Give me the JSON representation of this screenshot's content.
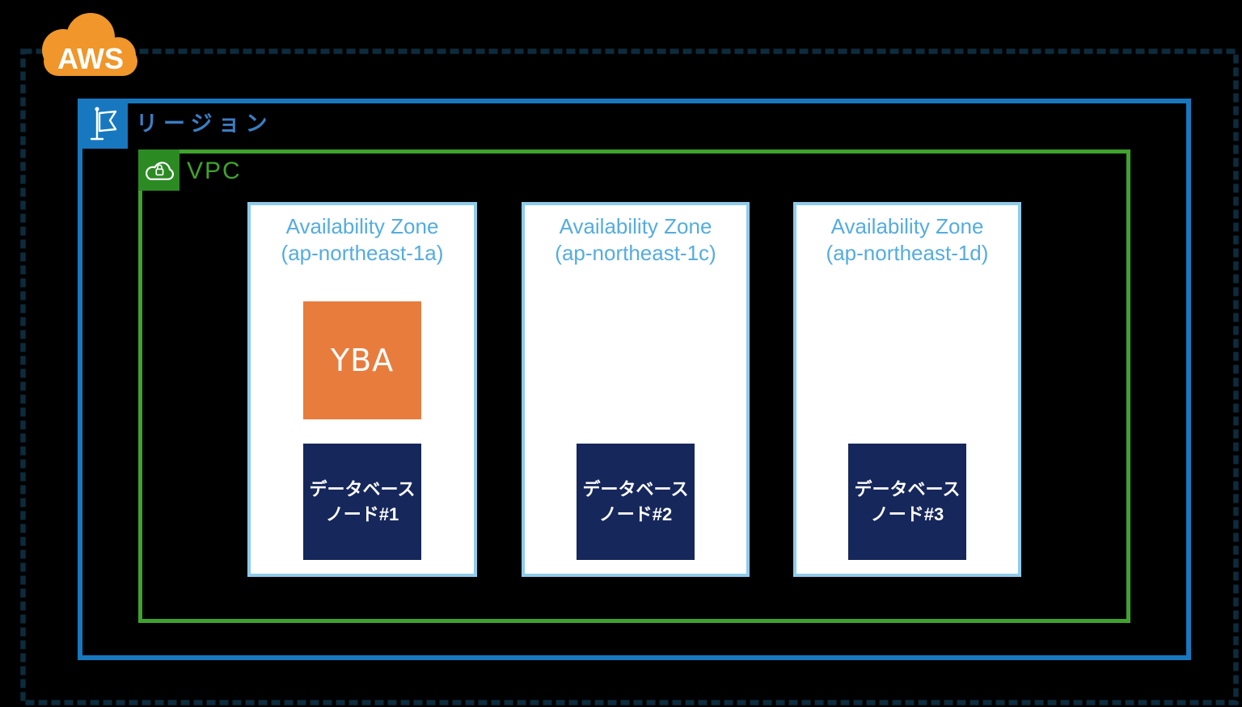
{
  "diagram": {
    "type": "aws-architecture",
    "aws_cloud": {
      "label": "AWS"
    },
    "region": {
      "label": "リージョン"
    },
    "vpc": {
      "label": "VPC"
    },
    "availability_zones": [
      {
        "title_line1": "Availability Zone",
        "title_line2": "(ap-northeast-1a)",
        "yba": {
          "label": "YBA"
        },
        "db_node": {
          "line1": "データベース",
          "line2": "ノード#1"
        }
      },
      {
        "title_line1": "Availability Zone",
        "title_line2": "(ap-northeast-1c)",
        "db_node": {
          "line1": "データベース",
          "line2": "ノード#2"
        }
      },
      {
        "title_line1": "Availability Zone",
        "title_line2": "(ap-northeast-1d)",
        "db_node": {
          "line1": "データベース",
          "line2": "ノード#3"
        }
      }
    ],
    "colors": {
      "background": "#000000",
      "aws_boundary_dash": "#0d2b3c",
      "aws_cloud_orange": "#f0962a",
      "region_border_blue": "#1778bf",
      "region_label_blue": "#3b7ec3",
      "vpc_border_green": "#3fa32d",
      "vpc_icon_green": "#2c8a23",
      "az_border_lightblue": "#8fcbea",
      "az_title_blue": "#55acdf",
      "yba_orange": "#e87c3d",
      "db_node_navy": "#16275b",
      "text_white": "#ffffff"
    }
  }
}
